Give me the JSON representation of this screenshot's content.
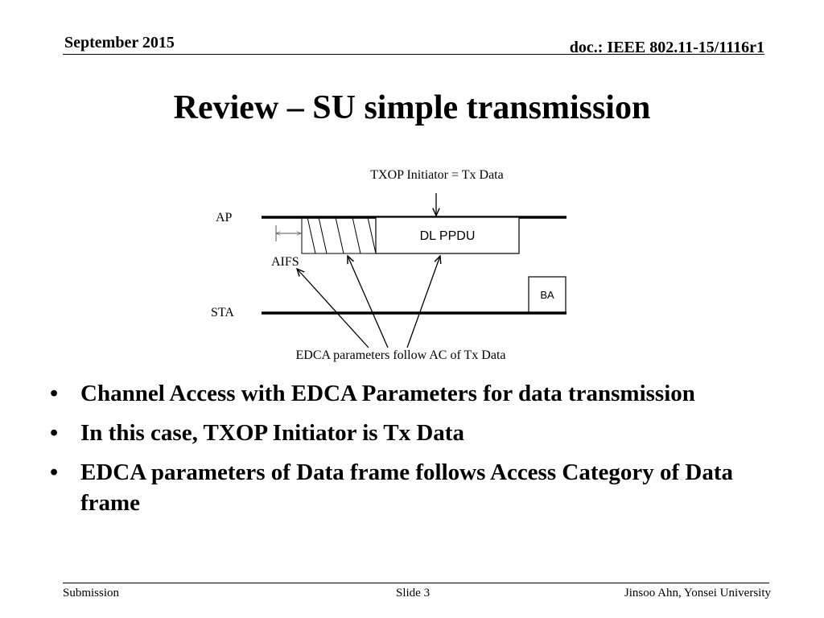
{
  "header": {
    "date": "September 2015",
    "doc": "doc.: IEEE 802.11-15/1116r1"
  },
  "title": "Review – SU simple transmission",
  "diagram": {
    "txop_label": "TXOP Initiator = Tx Data",
    "ap_label": "AP",
    "sta_label": "STA",
    "aifs_label": "AIFS",
    "dl_ppdu_label": "DL PPDU",
    "ba_label": "BA",
    "edca_label": "EDCA parameters follow AC of Tx Data"
  },
  "bullets": [
    "Channel Access with EDCA Parameters for data transmission",
    "In this case, TXOP Initiator is Tx Data",
    "EDCA parameters of Data frame follows Access Category of Data frame"
  ],
  "footer": {
    "left": "Submission",
    "center": "Slide 3",
    "right": "Jinsoo Ahn, Yonsei University"
  }
}
